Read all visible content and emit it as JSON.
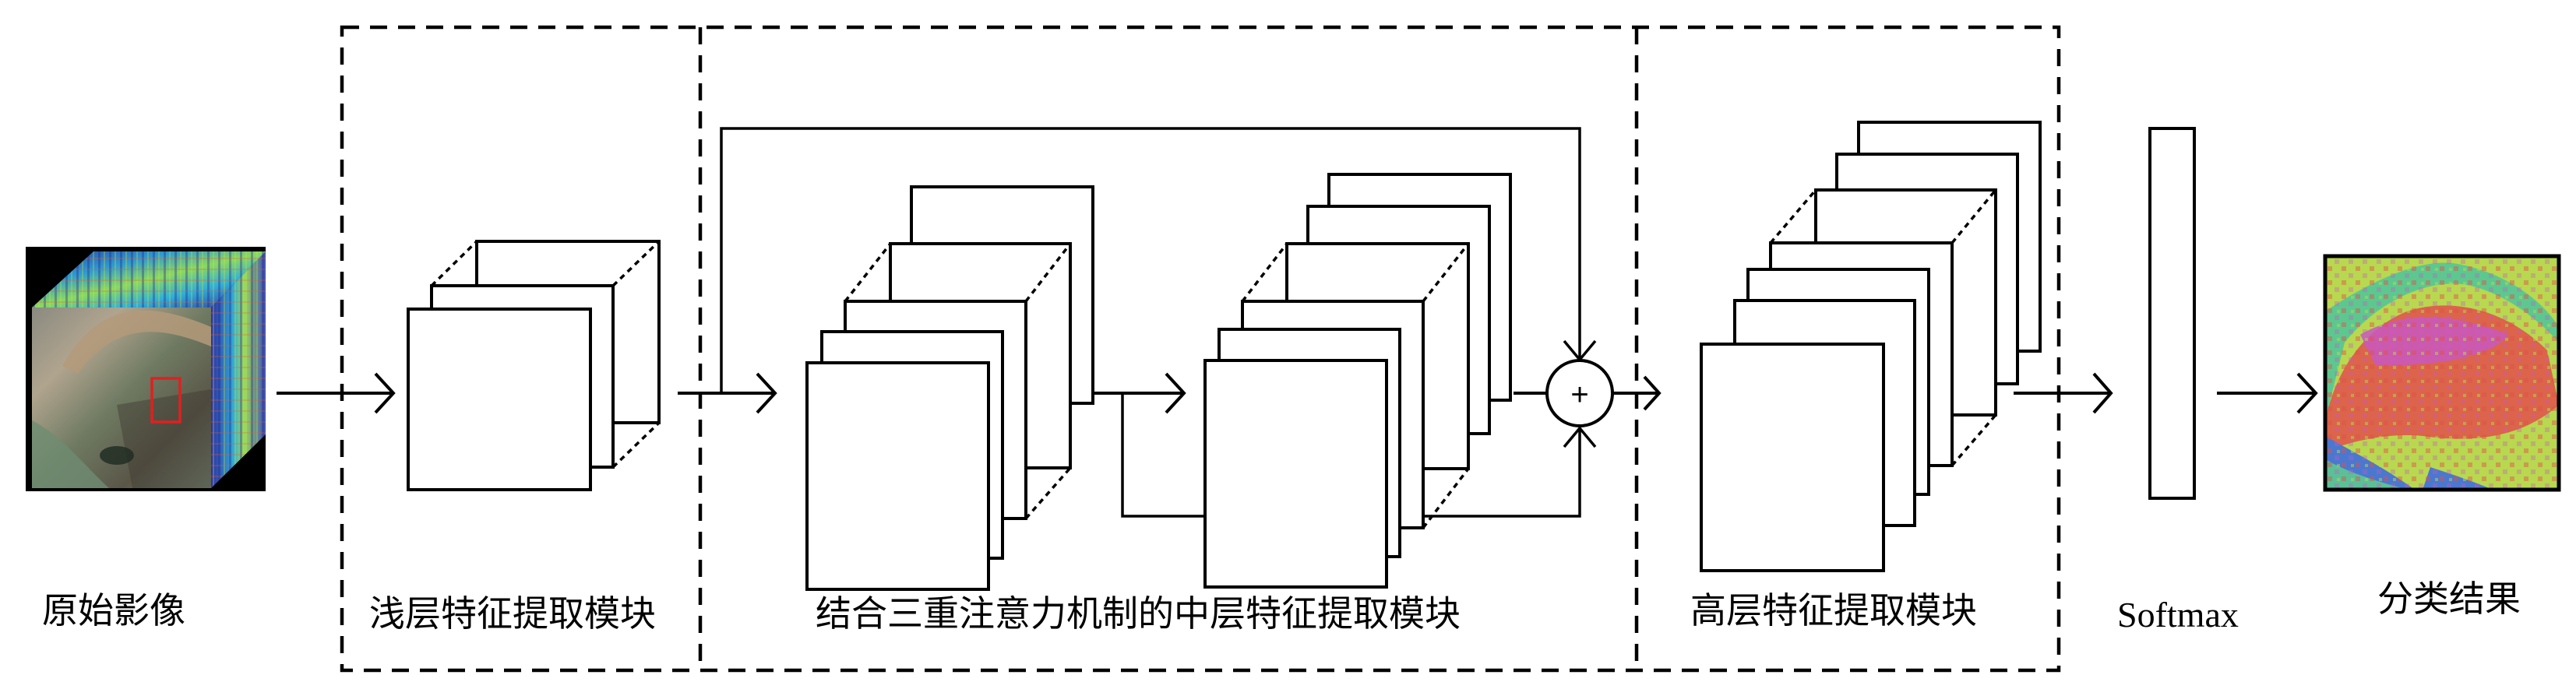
{
  "diagram": {
    "stages": [
      {
        "id": "input",
        "label": "原始影像"
      },
      {
        "id": "shallow",
        "label": "浅层特征提取模块"
      },
      {
        "id": "middle",
        "label": "结合三重注意力机制的中层特征提取模块"
      },
      {
        "id": "high",
        "label": "高层特征提取模块"
      },
      {
        "id": "softmax",
        "label": "Softmax"
      },
      {
        "id": "output",
        "label": "分类结果"
      }
    ],
    "operators": {
      "add_symbol": "+"
    },
    "connections": [
      {
        "from": "input",
        "to": "shallow"
      },
      {
        "from": "shallow",
        "to": "middle"
      },
      {
        "from": "middle-block-1",
        "to": "middle-block-2"
      },
      {
        "from": "shallow-output",
        "to": "add",
        "type": "skip-top"
      },
      {
        "from": "middle-block-1-output",
        "to": "add",
        "type": "skip-bottom"
      },
      {
        "from": "middle-block-2",
        "to": "add"
      },
      {
        "from": "add",
        "to": "high"
      },
      {
        "from": "high",
        "to": "softmax"
      },
      {
        "from": "softmax",
        "to": "output"
      }
    ],
    "colors": {
      "line": "#000000",
      "highlight_box": "#e02020",
      "class_map_palette": [
        "#b8d850",
        "#5cc890",
        "#e0504a",
        "#c858c0",
        "#4a78d0"
      ]
    }
  }
}
